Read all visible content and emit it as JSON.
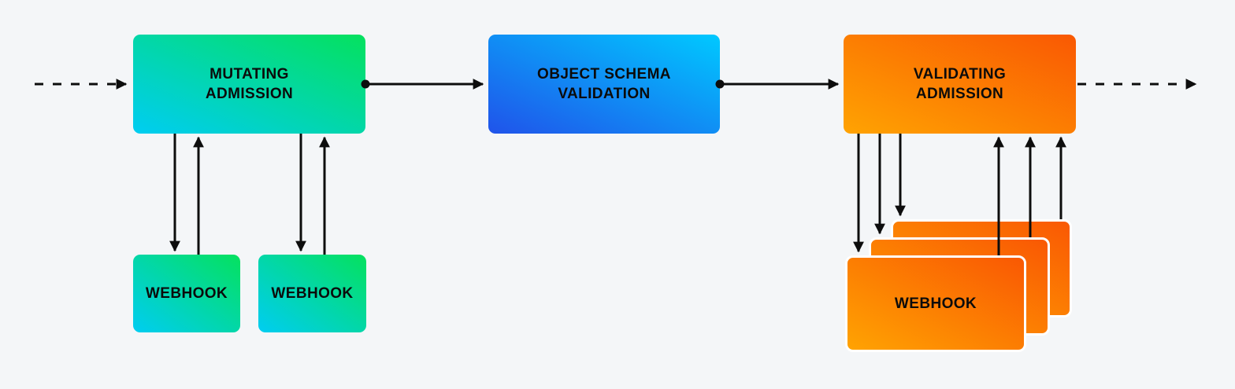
{
  "canvas": {
    "background": "#f4f6f8",
    "arrow_color": "#0d0d0d"
  },
  "flow": {
    "stages": [
      {
        "name": "mutating-admission",
        "line1": "MUTATING",
        "line2": "ADMISSION",
        "gradient": {
          "from": "#00cdf2",
          "to": "#05e15e"
        }
      },
      {
        "name": "object-schema-validation",
        "line1": "OBJECT SCHEMA",
        "line2": "VALIDATION",
        "gradient": {
          "from": "#2053ea",
          "to": "#00c9ff"
        }
      },
      {
        "name": "validating-admission",
        "line1": "VALIDATING",
        "line2": "ADMISSION",
        "gradient": {
          "from": "#ffa302",
          "to": "#f95803"
        }
      }
    ]
  },
  "mutating_webhooks": {
    "gradient": {
      "from": "#00cdf2",
      "to": "#05e15e"
    },
    "items": [
      {
        "label": "WEBHOOK"
      },
      {
        "label": "WEBHOOK"
      }
    ]
  },
  "validating_webhooks": {
    "gradient": {
      "from": "#ffa302",
      "to": "#f95803"
    },
    "label": "WEBHOOK",
    "stack_count": 3
  }
}
